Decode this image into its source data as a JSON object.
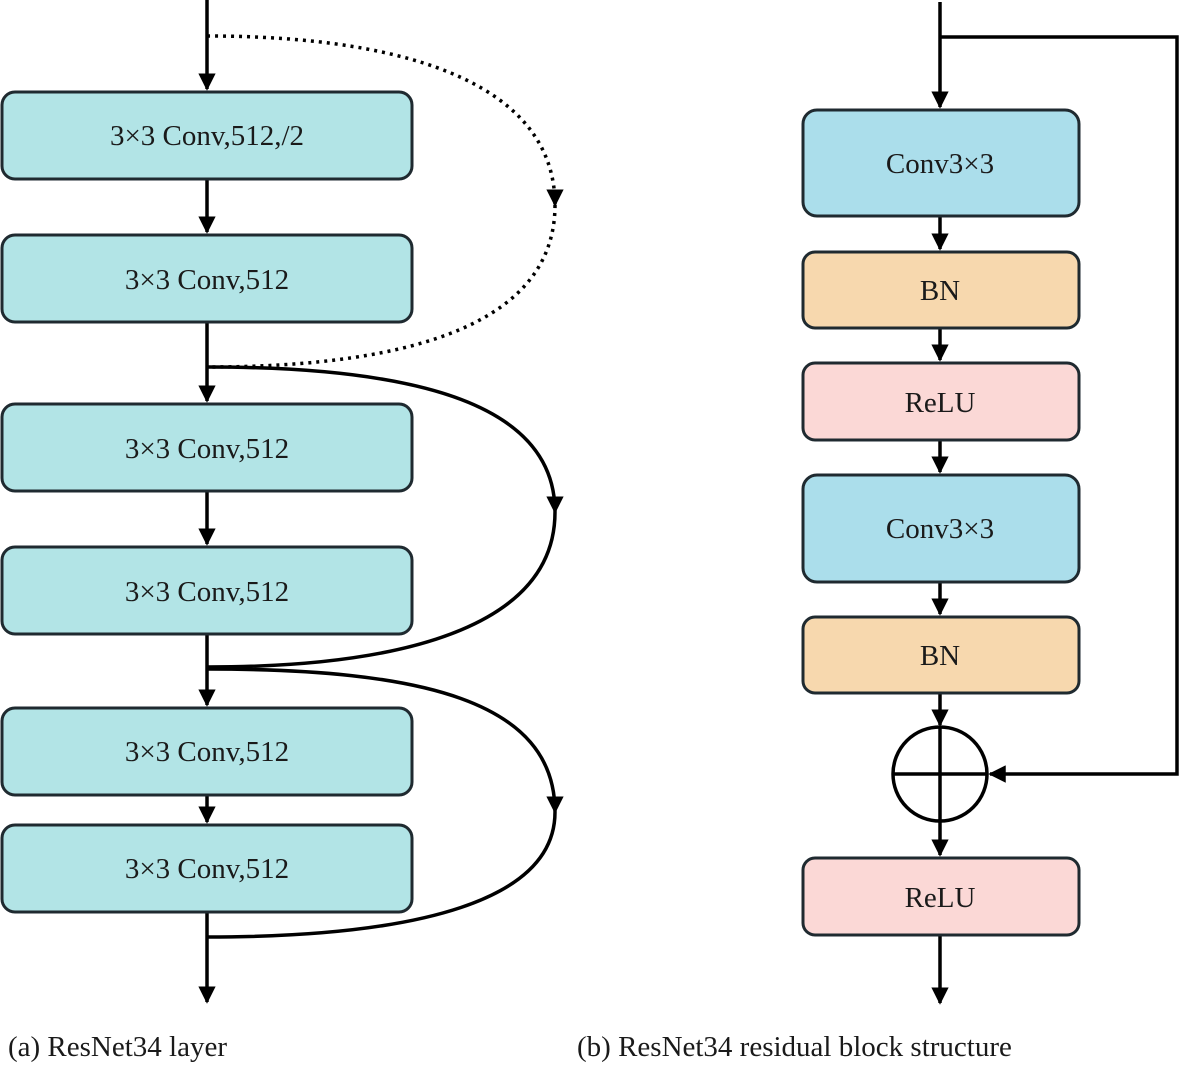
{
  "panel_a": {
    "blocks": [
      "3×3 Conv,512,/2",
      "3×3 Conv,512",
      "3×3 Conv,512",
      "3×3 Conv,512",
      "3×3 Conv,512",
      "3×3 Conv,512"
    ],
    "caption": "(a) ResNet34 layer"
  },
  "panel_b": {
    "blocks": [
      "Conv3×3",
      "BN",
      "ReLU",
      "Conv3×3",
      "BN",
      "ReLU"
    ],
    "caption": "(b) ResNet34 residual block structure"
  },
  "colors": {
    "conv_a": "#b2e4e6",
    "conv_b": "#abdeeb",
    "bn": "#f7d8ae",
    "relu": "#fbd8d6",
    "stroke": "#1f2a30",
    "line": "#000000"
  }
}
